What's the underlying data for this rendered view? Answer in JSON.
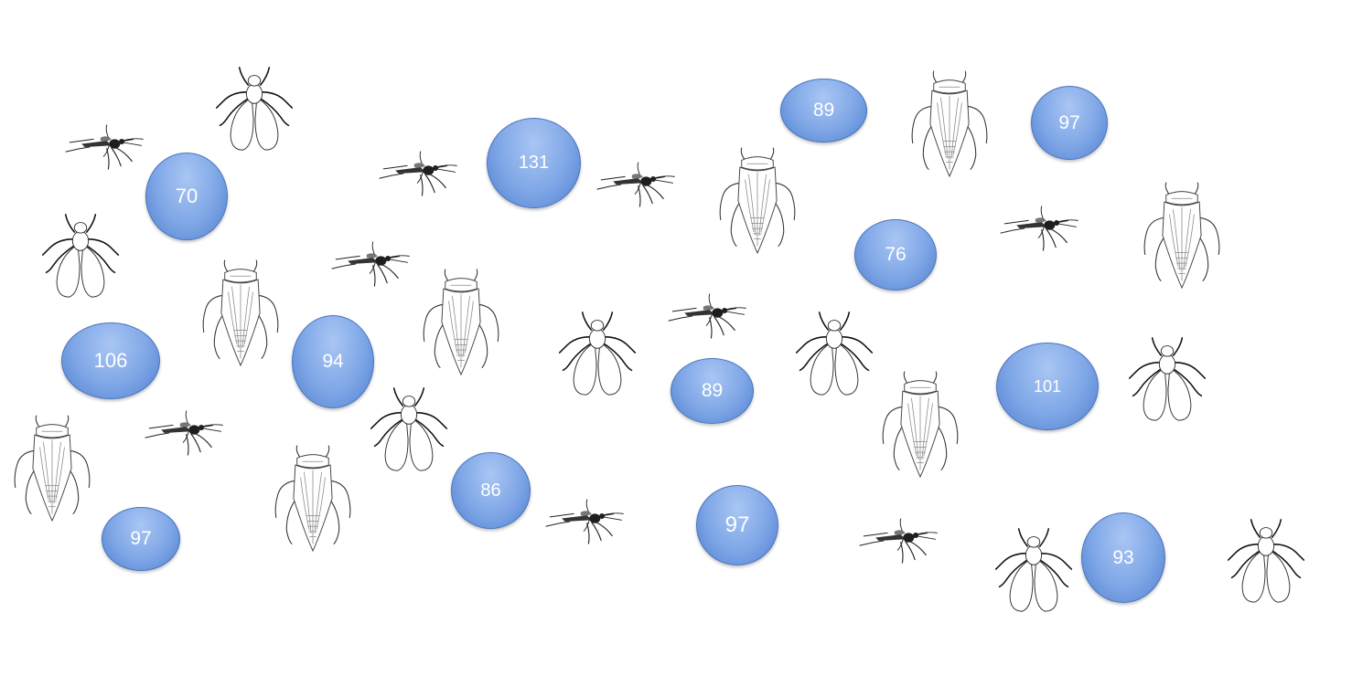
{
  "bubbles": [
    {
      "label": "70"
    },
    {
      "label": "131"
    },
    {
      "label": "89"
    },
    {
      "label": "97"
    },
    {
      "label": "76"
    },
    {
      "label": "106"
    },
    {
      "label": "94"
    },
    {
      "label": "89"
    },
    {
      "label": "101"
    },
    {
      "label": "86"
    },
    {
      "label": "97"
    },
    {
      "label": "97"
    },
    {
      "label": "93"
    }
  ],
  "insects": [
    {
      "type": "mosquito"
    },
    {
      "type": "fly"
    },
    {
      "type": "fly"
    },
    {
      "type": "mosquito"
    },
    {
      "type": "mosquito"
    },
    {
      "type": "mosquito"
    },
    {
      "type": "water-bug"
    },
    {
      "type": "water-bug"
    },
    {
      "type": "mosquito"
    },
    {
      "type": "water-bug"
    },
    {
      "type": "mosquito"
    },
    {
      "type": "water-bug"
    },
    {
      "type": "water-bug"
    },
    {
      "type": "fly"
    },
    {
      "type": "fly"
    },
    {
      "type": "fly"
    },
    {
      "type": "water-bug"
    },
    {
      "type": "fly"
    },
    {
      "type": "fly"
    },
    {
      "type": "mosquito"
    },
    {
      "type": "water-bug"
    },
    {
      "type": "mosquito"
    },
    {
      "type": "fly"
    },
    {
      "type": "fly"
    }
  ],
  "colors": {
    "bubble_fill": "#7ea6e6",
    "bubble_border": "#4a74bd",
    "bubble_text": "#ffffff",
    "background": "#ffffff"
  }
}
